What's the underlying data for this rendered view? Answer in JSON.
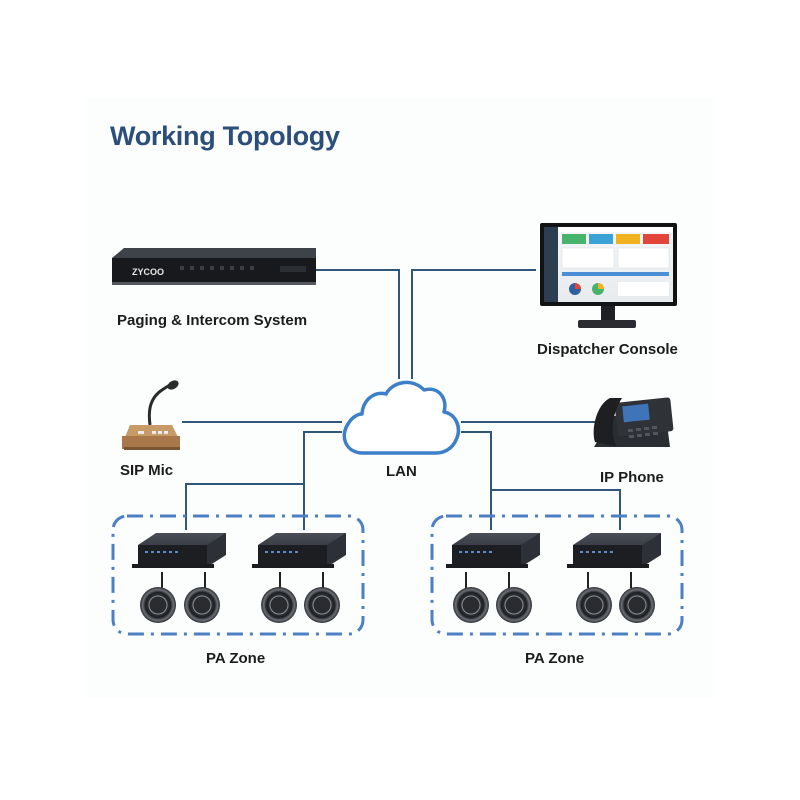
{
  "title": "Working Topology",
  "labels": {
    "paging_system": "Paging & Intercom System",
    "dispatcher_console": "Dispatcher Console",
    "sip_mic": "SIP Mic",
    "lan": "LAN",
    "ip_phone": "IP Phone",
    "pa_zone_left": "PA Zone",
    "pa_zone_right": "PA Zone"
  },
  "device_brand": "ZYCOO",
  "colors": {
    "title": "#2b4e7a",
    "line": "#2f5779",
    "zone_border": "#4c7fc4",
    "cloud": "#3d7fc9"
  }
}
